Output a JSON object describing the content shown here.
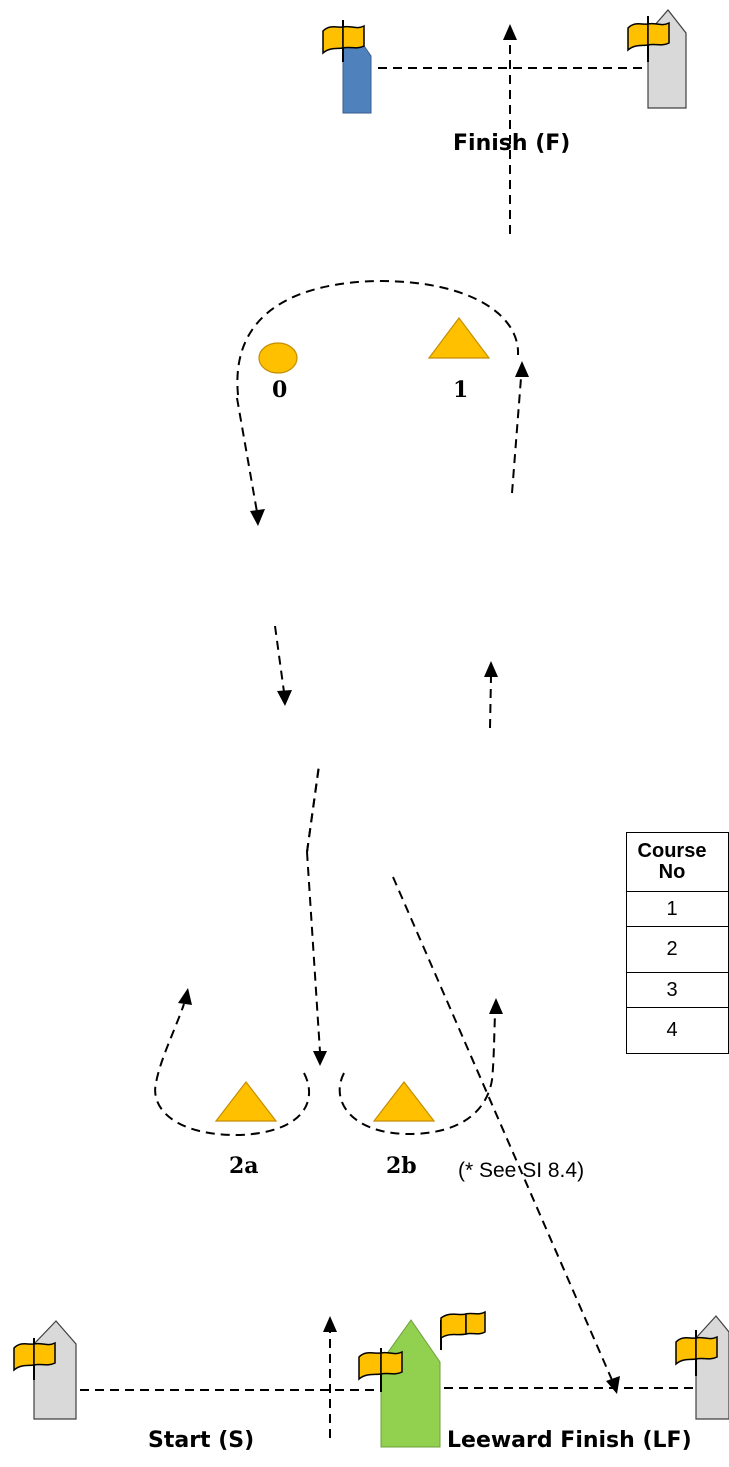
{
  "labels": {
    "finish": "Finish (F)",
    "mark_0": "0",
    "mark_1": "1",
    "mark_2a": "2a",
    "mark_2b": "2b",
    "note": "(* See  SI 8.4)",
    "start": "Start (S)",
    "leeward_finish": "Leeward Finish (LF)"
  },
  "table": {
    "header_line1": "Course",
    "header_line2": "No",
    "rows": [
      "1",
      "2",
      "3",
      "4"
    ]
  },
  "colors": {
    "mark": "#FFC000",
    "finish_blue_mark": "#4F81BD",
    "committee_boat": "#D9D9D9",
    "start_pin_green": "#92D050"
  },
  "icons": {
    "finish_pin": "blue-buoy-with-flag",
    "finish_boat": "committee-boat-with-flag",
    "mark_0": "circle-mark",
    "mark_1": "triangle-mark",
    "mark_2a": "triangle-mark",
    "mark_2b": "triangle-mark",
    "start_boat": "committee-boat-with-flag",
    "center_boat": "green-boat-with-two-flags",
    "leeward_finish_boat": "committee-boat-with-flag"
  }
}
